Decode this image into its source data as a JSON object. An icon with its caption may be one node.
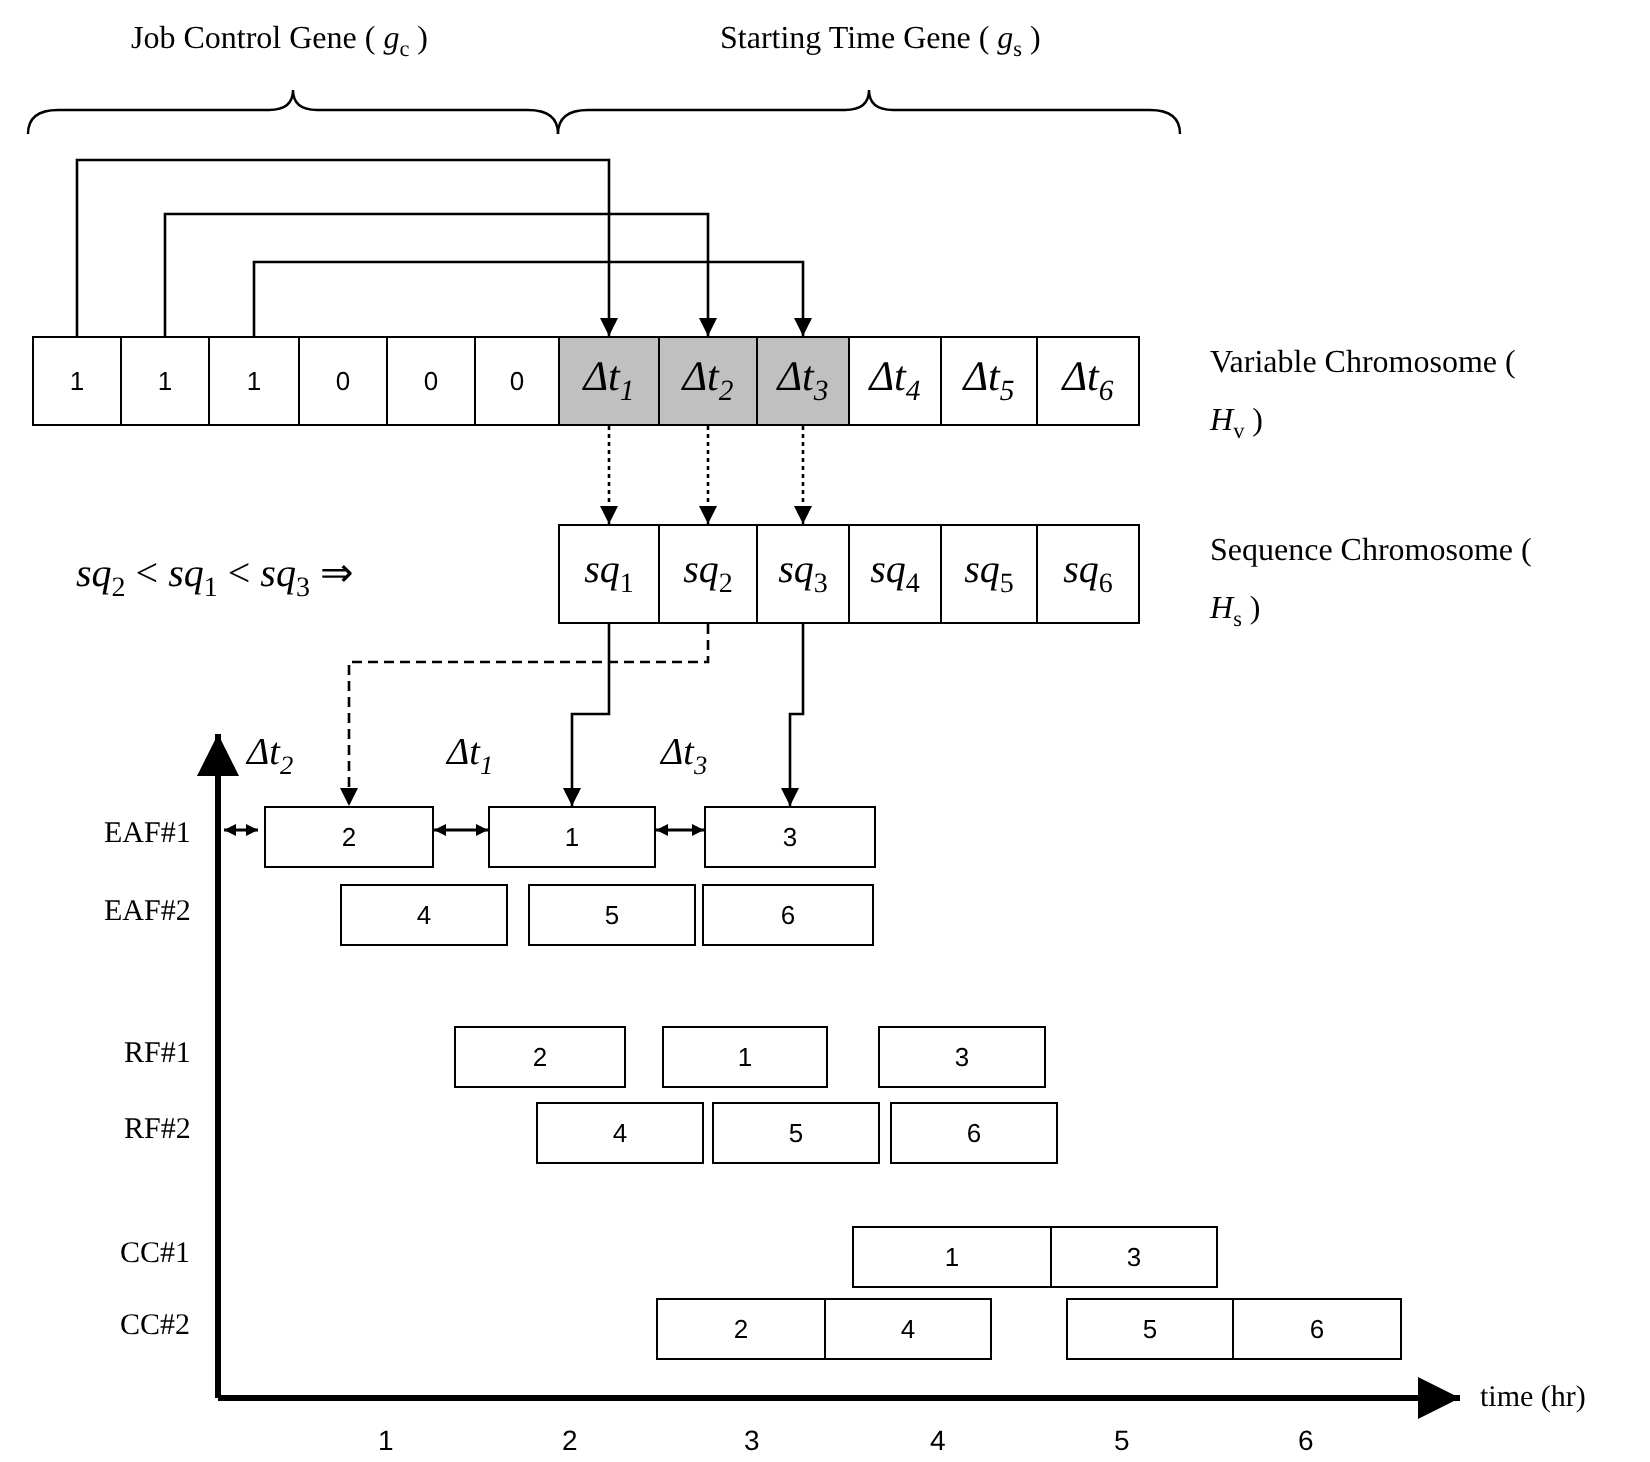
{
  "diagram": {
    "nodes": [
      {
        "text": [
          "1"
        ]
      },
      {
        "text": [
          "1"
        ]
      },
      {
        "text": [
          "1"
        ]
      },
      {
        "text": [
          "0"
        ]
      },
      {
        "text": [
          "0"
        ]
      },
      {
        "text": [
          "0"
        ]
      },
      {
        "text": [
          "Δt$_{1}$"
        ]
      },
      {
        "text": [
          "Δt$_{2}$"
        ]
      },
      {
        "text": [
          "Δt$_{3}$"
        ]
      },
      {
        "text": [
          "Δt$_{4}$"
        ]
      },
      {
        "text": [
          "Δt$_{5}$"
        ]
      },
      {
        "text": [
          "Δt$_{6}$"
        ]
      },
      {
        "text": [
          "*sq*$_{1}$"
        ]
      },
      {
        "text": [
          "*sq*$_{2}$"
        ]
      },
      {
        "text": [
          "*sq*$_{3}$"
        ]
      },
      {
        "text": [
          "*sq*$_{4}$"
        ]
      },
      {
        "text": [
          "*sq*$_{5}$"
        ]
      },
      {
        "text": [
          "*sq*$_{6}$"
        ]
      },
      {
        "text": [
          "2"
        ]
      },
      {
        "text": [
          "1"
        ]
      },
      {
        "text": [
          "3"
        ]
      },
      {
        "text": [
          "4"
        ]
      },
      {
        "text": [
          "5"
        ]
      },
      {
        "text": [
          "6"
        ]
      },
      {
        "text": [
          "2"
        ]
      },
      {
        "text": [
          "1"
        ]
      },
      {
        "text": [
          "3"
        ]
      },
      {
        "text": [
          "4"
        ]
      },
      {
        "text": [
          "5"
        ]
      },
      {
        "text": [
          "6"
        ]
      },
      {
        "text": [
          "1"
        ]
      },
      {
        "text": [
          "3"
        ]
      },
      {
        "text": [
          "2"
        ]
      },
      {
        "text": [
          "4"
        ]
      },
      {
        "text": [
          "5"
        ]
      },
      {
        "text": [
          "6"
        ]
      }
    ],
    "edges": [
      {
        "from": 0,
        "to": 6,
        "arrow": "to"
      },
      {
        "from": 1,
        "to": 7,
        "arrow": "to"
      },
      {
        "from": 2,
        "to": 8,
        "arrow": "to"
      },
      {
        "from": 6,
        "to": 12,
        "arrow": "to",
        "style": "dashed"
      },
      {
        "from": 7,
        "to": 13,
        "arrow": "to",
        "style": "dashed"
      },
      {
        "from": 8,
        "to": 14,
        "arrow": "to",
        "style": "dashed"
      },
      {
        "from": 12,
        "to": 19,
        "arrow": "to"
      },
      {
        "from": 13,
        "to": 18,
        "arrow": "to",
        "style": "dashed"
      },
      {
        "from": 14,
        "to": 20,
        "arrow": "to"
      },
      {
        "from": 18,
        "to": 19,
        "arrow": "both"
      },
      {
        "from": 19,
        "to": 20,
        "arrow": "both"
      }
    ],
    "labels": [
      "Job Control Gene ( *g*$_{c}$ )",
      "Starting Time Gene ( *g*$_{s}$ )",
      "Variable Chromosome ( *H*$_{v}$ )",
      "*sq*$_{2}$ < *sq*$_{1}$ < *sq*$_{3}$ ⇒",
      "Sequence Chromosome ( *H*$_{s}$ )",
      "Δt$_{2}$",
      "Δt$_{1}$",
      "Δt$_{3}$",
      "EAF#1",
      "EAF#2",
      "RF#1",
      "RF#2",
      "CC#1",
      "CC#2",
      "time (hr)",
      "1",
      "2",
      "3",
      "4",
      "5",
      "6"
    ]
  }
}
